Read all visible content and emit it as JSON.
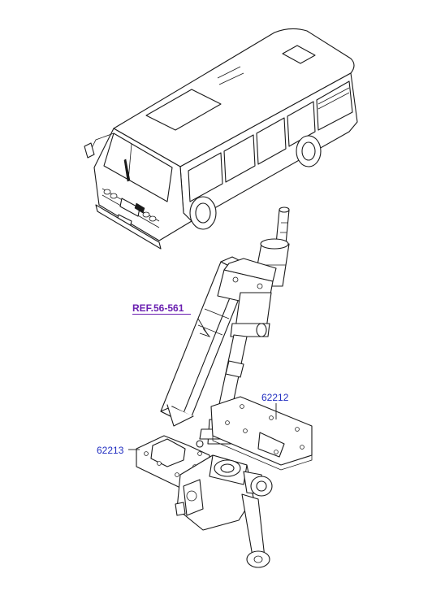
{
  "callouts": {
    "ref": "REF.56-561",
    "part_62212": "62212",
    "part_62213": "62213"
  },
  "colors": {
    "part_number": "#1f2cc0",
    "reference_link": "#6a1fb0",
    "line_art": "#1a1a1a"
  }
}
